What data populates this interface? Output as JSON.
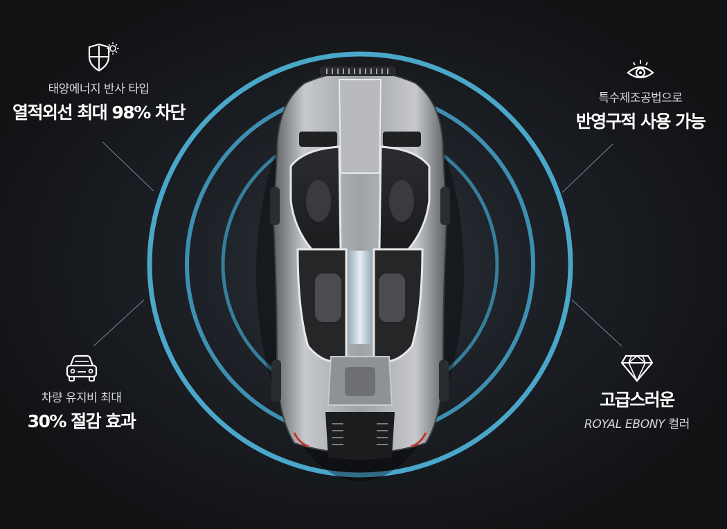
{
  "features": [
    {
      "id": "uv",
      "icon": "shield-sun-icon",
      "sub": "태양에너지 반사 타입",
      "main": "열적외선 최대 98% 차단"
    },
    {
      "id": "mirror",
      "icon": "eye-icon",
      "sub": "특수제조공법으로",
      "main": "반영구적 사용 가능"
    },
    {
      "id": "cost",
      "icon": "car-icon",
      "sub": "차량 유지비 최대",
      "main": "30% 절감 효과"
    },
    {
      "id": "color",
      "icon": "diamond-icon",
      "main": "고급스러운",
      "sub2_em": "ROYAL EBONY",
      "sub2_tail": " 컬러"
    }
  ],
  "colors": {
    "ring": "#4aa7c9",
    "line": "#6c8ea0",
    "icon": "#ffffff"
  }
}
